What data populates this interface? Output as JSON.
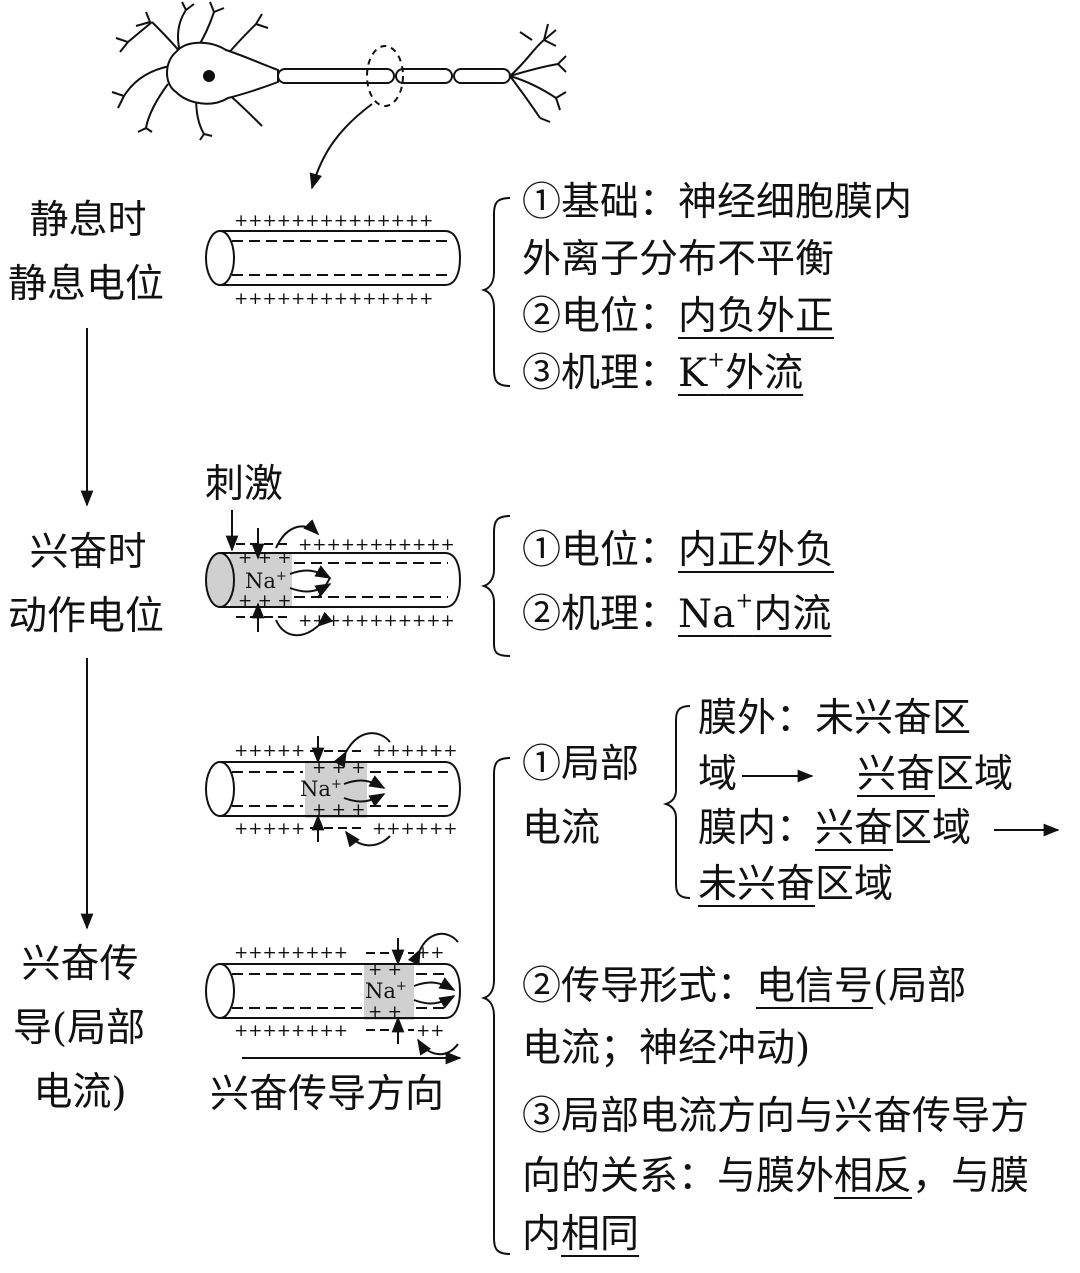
{
  "stages": {
    "resting": {
      "line1": "静息时",
      "line2": "静息电位"
    },
    "excited": {
      "line1": "兴奋时",
      "line2": "动作电位"
    },
    "conduction": {
      "line1": "兴奋传",
      "line2": "导(局部",
      "line3": "电流)"
    }
  },
  "stimulus_label": "刺激",
  "ion_label": "Na",
  "ion_charge": "+",
  "membrane_signs": {
    "plus_row": "++++++++++++++",
    "minus_row": "– – – – – – – – – – – – – –"
  },
  "direction_label": "兴奋传导方向",
  "resting_info": {
    "basis_prefix": "①基础：",
    "basis_text_1": "神经细胞膜内",
    "basis_text_2": "外离子分布不平衡",
    "potential_prefix": "②电位：",
    "potential_answer": "内负外正",
    "mechanism_prefix": "③机理：",
    "mechanism_ion": "K",
    "mechanism_charge": "+",
    "mechanism_answer": "外流"
  },
  "action_info": {
    "potential_prefix": "①电位：",
    "potential_answer": "内正外负",
    "mechanism_prefix": "②机理：",
    "mechanism_ion": "Na",
    "mechanism_charge": "+",
    "mechanism_answer": "内流"
  },
  "conduction_info": {
    "local_current_1": "①局部",
    "local_current_2": "电流",
    "outside_label": "膜外：未兴奋区",
    "outside_field": "域",
    "outside_to": "兴奋",
    "outside_region": "区域",
    "inside_label": "膜内：",
    "inside_from": "兴奋",
    "inside_region": "区域",
    "inside_to": "未兴奋",
    "inside_to_region": "区域",
    "form_prefix": "②传导形式：",
    "form_answer": "电信号",
    "form_suffix": "(局部",
    "form_line2": "电流；神经冲动)",
    "relation_1": "③局部电流方向与兴奋传导方",
    "relation_2a": "向的关系：与膜外",
    "relation_2b": "相反",
    "relation_2c": "，与膜",
    "relation_3a": "内",
    "relation_3b": "相同"
  }
}
